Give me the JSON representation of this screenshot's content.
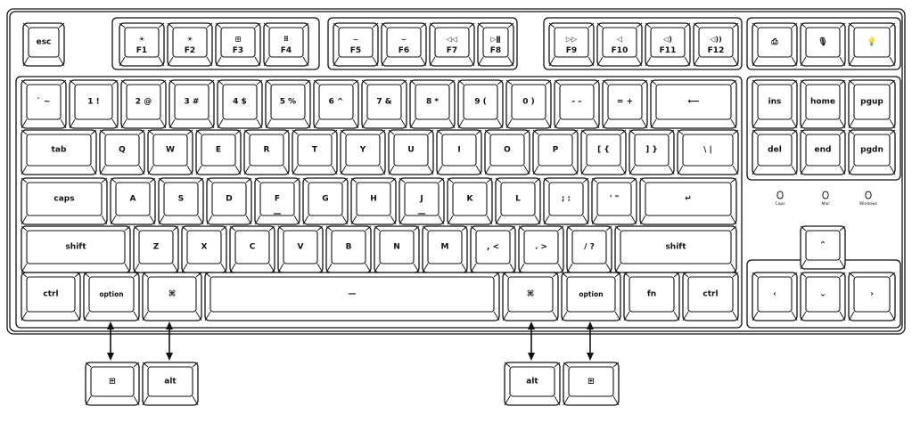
{
  "keys": {
    "fn_row": [
      {
        "id": "esc",
        "label": "esc"
      },
      {
        "id": "f1",
        "label": "F1",
        "icon": "☀"
      },
      {
        "id": "f2",
        "label": "F2",
        "icon": "☀"
      },
      {
        "id": "f3",
        "label": "F3",
        "icon": "⊞"
      },
      {
        "id": "f4",
        "label": "F4",
        "icon": "⠿"
      },
      {
        "id": "f5",
        "label": "F5",
        "icon": "⌣"
      },
      {
        "id": "f6",
        "label": "F6",
        "icon": "⌣"
      },
      {
        "id": "f7",
        "label": "F7",
        "icon": "◁◁"
      },
      {
        "id": "f8",
        "label": "F8",
        "icon": "▷ǁ"
      },
      {
        "id": "f9",
        "label": "F9",
        "icon": "▷▷"
      },
      {
        "id": "f10",
        "label": "F10",
        "icon": "◁"
      },
      {
        "id": "f11",
        "label": "F11",
        "icon": "◁)"
      },
      {
        "id": "f12",
        "label": "F12",
        "icon": "◁))"
      },
      {
        "id": "snap",
        "label": "⎙"
      },
      {
        "id": "mic",
        "label": "🎙"
      },
      {
        "id": "light",
        "label": "💡"
      }
    ],
    "number_row": [
      {
        "id": "grave",
        "label": "` ~"
      },
      {
        "id": "1",
        "label": "1 !"
      },
      {
        "id": "2",
        "label": "2 @"
      },
      {
        "id": "3",
        "label": "3 #"
      },
      {
        "id": "4",
        "label": "4 $"
      },
      {
        "id": "5",
        "label": "5 %"
      },
      {
        "id": "6",
        "label": "6 ^"
      },
      {
        "id": "7",
        "label": "7 &"
      },
      {
        "id": "8",
        "label": "8 *"
      },
      {
        "id": "9",
        "label": "9 ("
      },
      {
        "id": "0",
        "label": "0 )"
      },
      {
        "id": "minus",
        "label": "- –"
      },
      {
        "id": "equal",
        "label": "= +"
      },
      {
        "id": "backspace",
        "label": "⟵"
      },
      {
        "id": "ins",
        "label": "ins"
      },
      {
        "id": "home",
        "label": "home"
      },
      {
        "id": "pgup",
        "label": "pgup"
      }
    ],
    "tab_row": [
      {
        "id": "tab",
        "label": "tab"
      },
      {
        "id": "q",
        "label": "Q"
      },
      {
        "id": "w",
        "label": "W"
      },
      {
        "id": "e",
        "label": "E"
      },
      {
        "id": "r",
        "label": "R"
      },
      {
        "id": "t",
        "label": "T"
      },
      {
        "id": "y",
        "label": "Y"
      },
      {
        "id": "u",
        "label": "U"
      },
      {
        "id": "i",
        "label": "I"
      },
      {
        "id": "o",
        "label": "O"
      },
      {
        "id": "p",
        "label": "P"
      },
      {
        "id": "lbracket",
        "label": "[ {"
      },
      {
        "id": "rbracket",
        "label": "] }"
      },
      {
        "id": "backslash",
        "label": "\\ |"
      },
      {
        "id": "del",
        "label": "del"
      },
      {
        "id": "end",
        "label": "end"
      },
      {
        "id": "pgdn",
        "label": "pgdn"
      }
    ],
    "caps_row": [
      {
        "id": "caps",
        "label": "caps"
      },
      {
        "id": "a",
        "label": "A"
      },
      {
        "id": "s",
        "label": "S"
      },
      {
        "id": "d",
        "label": "D"
      },
      {
        "id": "f",
        "label": "F"
      },
      {
        "id": "g",
        "label": "G"
      },
      {
        "id": "h",
        "label": "H"
      },
      {
        "id": "j",
        "label": "J"
      },
      {
        "id": "k",
        "label": "K"
      },
      {
        "id": "l",
        "label": "L"
      },
      {
        "id": "semicolon",
        "label": "; :"
      },
      {
        "id": "quote",
        "label": "' \""
      },
      {
        "id": "enter",
        "label": "↵"
      }
    ],
    "shift_row": [
      {
        "id": "lshift",
        "label": "shift"
      },
      {
        "id": "z",
        "label": "Z"
      },
      {
        "id": "x",
        "label": "X"
      },
      {
        "id": "c",
        "label": "C"
      },
      {
        "id": "v",
        "label": "V"
      },
      {
        "id": "b",
        "label": "B"
      },
      {
        "id": "n",
        "label": "N"
      },
      {
        "id": "m",
        "label": "M"
      },
      {
        "id": "comma",
        "label": ", <"
      },
      {
        "id": "period",
        "label": ". >"
      },
      {
        "id": "slash",
        "label": "/ ?"
      },
      {
        "id": "rshift",
        "label": "shift"
      },
      {
        "id": "up",
        "label": "⌃"
      }
    ],
    "bottom_row": [
      {
        "id": "lctrl",
        "label": "ctrl"
      },
      {
        "id": "loption",
        "label": "option"
      },
      {
        "id": "lcmd",
        "label": "⌘"
      },
      {
        "id": "space",
        "label": "—"
      },
      {
        "id": "rcmd",
        "label": "⌘"
      },
      {
        "id": "roption",
        "label": "option"
      },
      {
        "id": "fn",
        "label": "fn"
      },
      {
        "id": "rctrl",
        "label": "ctrl"
      },
      {
        "id": "left",
        "label": "‹"
      },
      {
        "id": "down",
        "label": "⌄"
      },
      {
        "id": "right",
        "label": "›"
      }
    ]
  },
  "indicators": [
    {
      "id": "caps",
      "label": "Caps"
    },
    {
      "id": "mac",
      "label": "Mac"
    },
    {
      "id": "windows",
      "label": "Windows"
    }
  ],
  "replacement_keys": [
    {
      "id": "lwin",
      "label": "⊞",
      "maps_to": "loption"
    },
    {
      "id": "lalt",
      "label": "alt",
      "maps_to": "lcmd"
    },
    {
      "id": "ralt",
      "label": "alt",
      "maps_to": "rcmd"
    },
    {
      "id": "rwin",
      "label": "⊞",
      "maps_to": "roption"
    }
  ]
}
